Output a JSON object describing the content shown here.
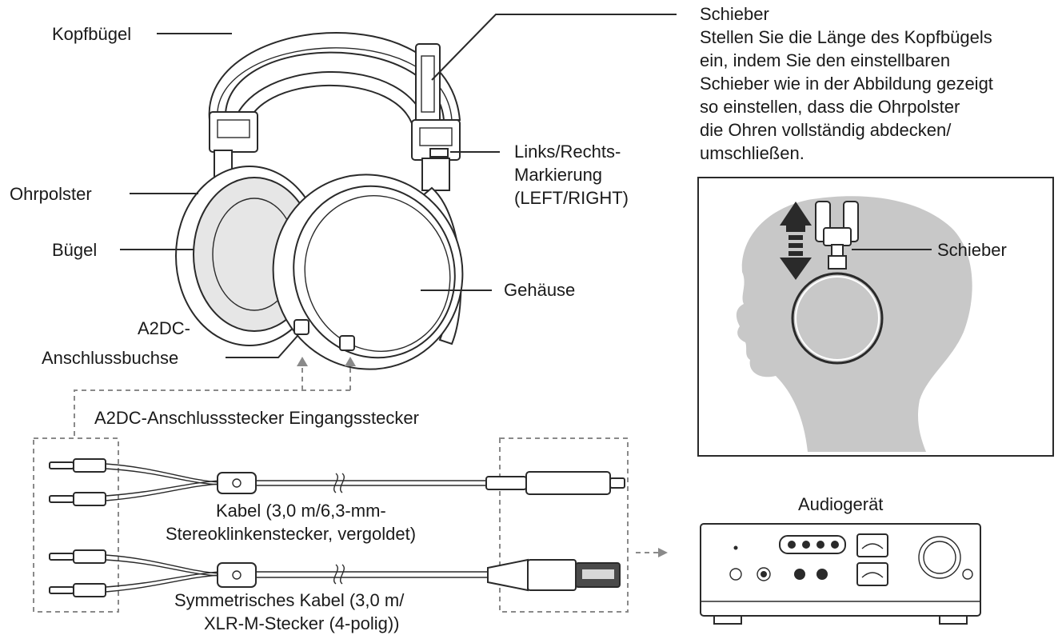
{
  "labels": {
    "kopfbuegel": "Kopfbügel",
    "ohrpolster": "Ohrpolster",
    "buegel": "Bügel",
    "a2dc_buchse_l1": "A2DC-",
    "a2dc_buchse_l2": "Anschlussbuchse",
    "schieber": "Schieber",
    "lr_l1": "Links/Rechts-",
    "lr_l2": "Markierung",
    "lr_l3": "(LEFT/RIGHT)",
    "gehaeuse": "Gehäuse",
    "stecker_header": "A2DC-Anschlussstecker Eingangsstecker",
    "kabel1_l1": "Kabel (3,0 m/6,3-mm-",
    "kabel1_l2": "Stereoklinkenstecker, vergoldet)",
    "kabel2_l1": "Symmetrisches Kabel (3,0 m/",
    "kabel2_l2": "XLR-M-Stecker (4-polig))",
    "audiogeraet": "Audiogerät",
    "inset_schieber": "Schieber"
  },
  "instructions": [
    "Stellen Sie die Länge des Kopfbügels",
    "ein, indem Sie den einstellbaren",
    "Schieber wie in der Abbildung gezeigt",
    "so einstellen, dass die Ohrpolster",
    "die Ohren vollständig abdecken/",
    "umschließen."
  ],
  "colors": {
    "line": "#2a2a2a",
    "dashed": "#8a8a8a",
    "head": "#c8c8c8",
    "earpad": "#e6e6e6"
  }
}
